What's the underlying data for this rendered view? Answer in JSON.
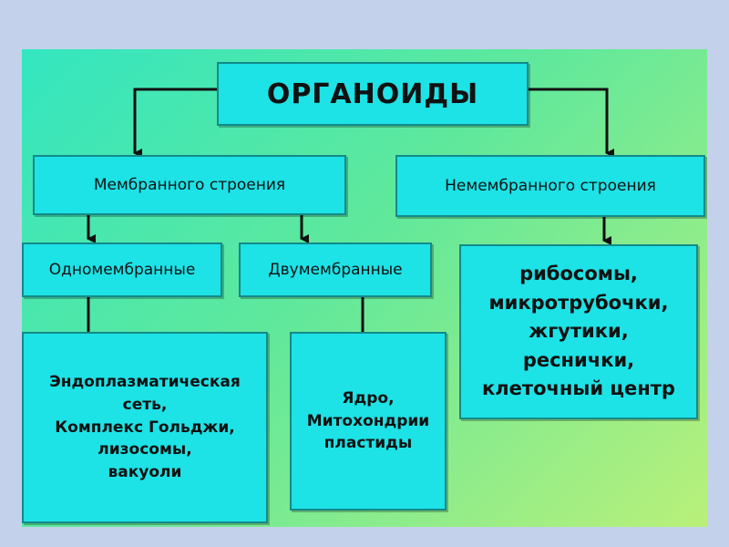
{
  "diagram": {
    "title": "ОРГАНОИДЫ",
    "membrane": "Мембранного строения",
    "nonmembrane": "Немембранного строения",
    "single": "Одномембранные",
    "double": "Двумембранные",
    "single_content": "Эндоплазматическая\nсеть,\nКомплекс Гольджи,\nлизосомы,\nвакуоли",
    "double_content": "Ядро,\nМитохондрии\nпластиды",
    "nonmembrane_content": "рибосомы,\nмикротрубочки,\nжгутики,\nреснички,\nклеточный центр"
  },
  "colors": {
    "box_fill": "#1de2e6",
    "background_gradient_start": "#33e6c0",
    "background_gradient_end": "#b9f07a",
    "frame": "#c4d1ea"
  }
}
